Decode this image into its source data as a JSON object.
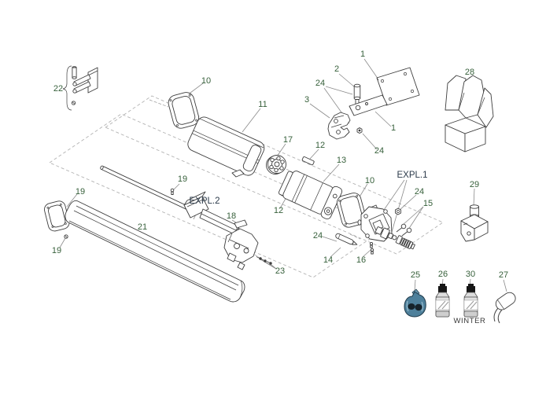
{
  "diagram": {
    "type": "exploded-parts-diagram",
    "labels": {
      "l22": "22",
      "l10a": "10",
      "l11": "11",
      "l1a": "1",
      "l2": "2",
      "l24a": "24",
      "l3": "3",
      "l1b": "1",
      "l24b": "24",
      "l28": "28",
      "l17": "17",
      "l12a": "12",
      "l13": "13",
      "l10b": "10",
      "lexpl1": "EXPL.1",
      "l24c": "24",
      "l15": "15",
      "l29": "29",
      "l19a": "19",
      "lexpl2": "EXPL.2",
      "l18": "18",
      "l12b": "12",
      "l19b": "19",
      "l21": "21",
      "l19c": "19",
      "l24d": "24",
      "l14": "14",
      "l16": "16",
      "l23": "23",
      "l25": "25",
      "l26": "26",
      "l30": "30",
      "l27": "27",
      "winter": "WINTER"
    },
    "colors": {
      "part_line": "#3d3d3d",
      "leader": "#8a8a8a",
      "dashed_box": "#b3b3b3",
      "number_label": "#37603b",
      "expl_label": "#2b3a4a",
      "winter_text": "#3a3a3a",
      "bag_fill": "#4e809b",
      "bag_dark": "#16232b",
      "bottle_cap": "#161616",
      "bottle_body": "#e2e2e2"
    }
  }
}
